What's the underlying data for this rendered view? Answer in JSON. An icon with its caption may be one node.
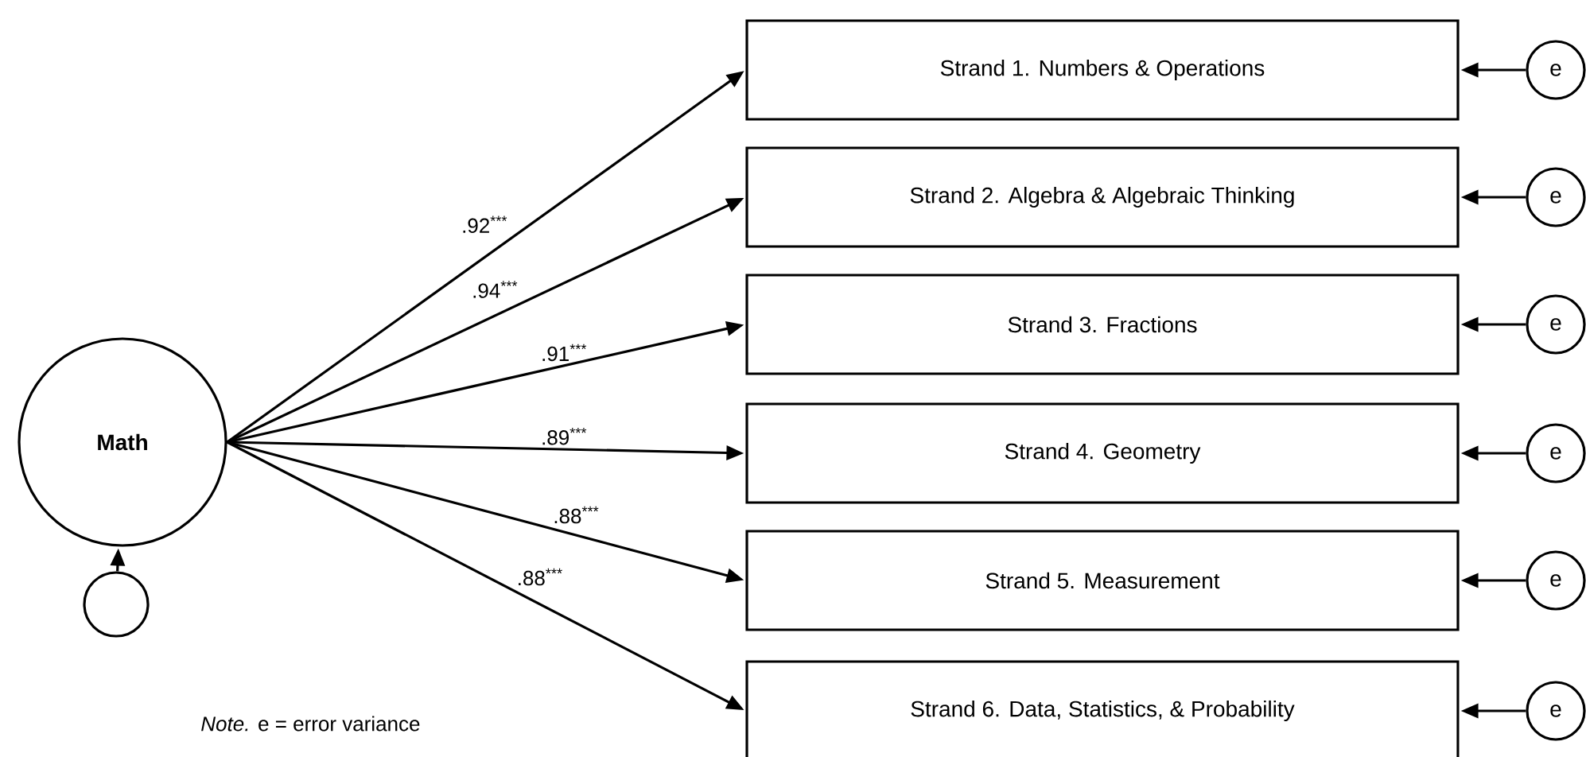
{
  "diagram": {
    "nodes": [
      {
        "text": [
          "Math"
        ]
      },
      {
        "text": [],
        "shape": "circle"
      },
      {
        "text": [
          "Strand 1. Numbers & Operations"
        ]
      },
      {
        "text": [
          "Strand 2. Algebra & Algebraic Thinking"
        ]
      },
      {
        "text": [
          "Strand 3. Fractions"
        ]
      },
      {
        "text": [
          "Strand 4. Geometry"
        ]
      },
      {
        "text": [
          "Strand 5. Measurement"
        ]
      },
      {
        "text": [
          "Strand 6. Data, Statistics, & Probability"
        ]
      },
      {
        "text": [
          "e"
        ]
      },
      {
        "text": [
          "e"
        ]
      },
      {
        "text": [
          "e"
        ]
      },
      {
        "text": [
          "e"
        ]
      },
      {
        "text": [
          "e"
        ]
      },
      {
        "text": [
          "e"
        ]
      }
    ],
    "edges": [
      {
        "from": 0,
        "to": 2,
        "arrow": "to",
        "label": ".92$^{***}$"
      },
      {
        "from": 0,
        "to": 3,
        "arrow": "to",
        "label": ".94$^{***}$"
      },
      {
        "from": 0,
        "to": 4,
        "arrow": "to",
        "label": ".91$^{***}$"
      },
      {
        "from": 0,
        "to": 5,
        "arrow": "to",
        "label": ".89$^{***}$"
      },
      {
        "from": 0,
        "to": 6,
        "arrow": "to",
        "label": ".88$^{***}$"
      },
      {
        "from": 0,
        "to": 7,
        "arrow": "to",
        "label": ".88$^{***}$"
      },
      {
        "from": 1,
        "to": 0,
        "arrow": "to"
      },
      {
        "from": 8,
        "to": 2,
        "arrow": "to"
      },
      {
        "from": 9,
        "to": 3,
        "arrow": "to"
      },
      {
        "from": 10,
        "to": 4,
        "arrow": "to"
      },
      {
        "from": 11,
        "to": 5,
        "arrow": "to"
      },
      {
        "from": 12,
        "to": 6,
        "arrow": "to"
      },
      {
        "from": 13,
        "to": 7,
        "arrow": "to"
      }
    ],
    "labels": [
      "*Note.* e = error variance"
    ]
  }
}
